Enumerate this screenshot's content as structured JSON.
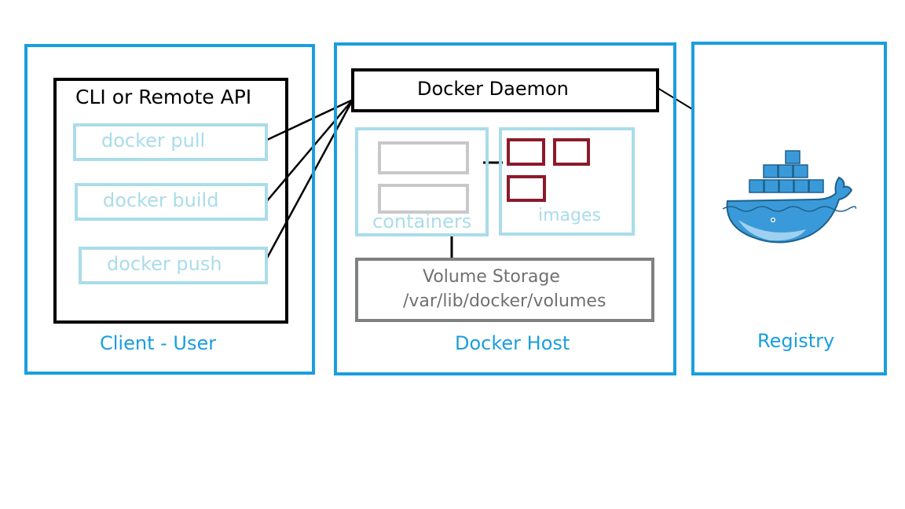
{
  "client": {
    "panel_label": "Client - User",
    "box_title": "CLI or Remote API",
    "commands": [
      "docker pull",
      "docker build",
      "docker push"
    ]
  },
  "host": {
    "panel_label": "Docker Host",
    "daemon_label": "Docker Daemon",
    "containers_label": "containers",
    "images_label": "images",
    "volume_title": "Volume Storage",
    "volume_path": "/var/lib/docker/volumes"
  },
  "registry": {
    "panel_label": "Registry",
    "logo": "docker-whale-icon"
  },
  "colors": {
    "panel_border": "#1a9ede",
    "command_border": "#aadcea",
    "image_tile": "#8b1a2b",
    "slot_grey": "#c8c8c8",
    "volume_grey": "#808080",
    "whale_blue": "#3a9ad9",
    "whale_dark": "#1f5f8b"
  }
}
